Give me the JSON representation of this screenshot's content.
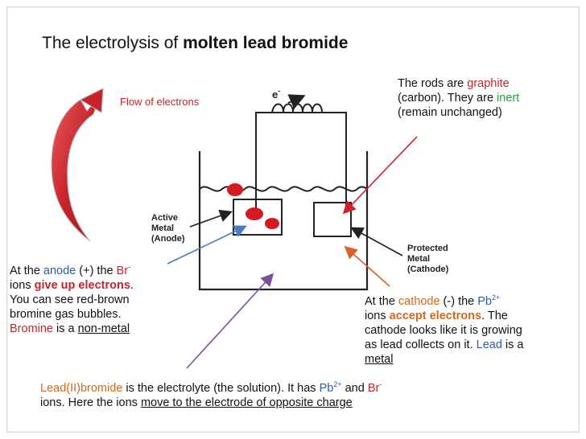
{
  "title": {
    "prefix": "The electrolysis of ",
    "bold": "molten lead bromide"
  },
  "flow_label": "Flow of electrons",
  "electron_label": "e",
  "electron_sup": "-",
  "apparatus": {
    "anode_line1": "Active",
    "anode_line2": "Metal",
    "anode_line3": "(Anode)",
    "cathode_line1": "Protected",
    "cathode_line2": "Metal",
    "cathode_line3": "(Cathode)"
  },
  "rods_note": {
    "p1": "The rods are ",
    "graphite": "graphite",
    "p2": "(carbon). They are ",
    "inert": "inert",
    "p3": "(remain unchanged)"
  },
  "anode_note": {
    "p1": "At the ",
    "anode": "anode",
    "p2": " (+) the ",
    "br": "Br",
    "br_sup": "-",
    "p3": "ions ",
    "give": "give up electrons",
    "p4": ".",
    "p5": "You can see red-brown",
    "p6": "bromine gas bubbles.",
    "bromine": "Bromine",
    "p7": " is a ",
    "nonmetal": "non-metal"
  },
  "cathode_note": {
    "p1": "At the ",
    "cathode": "cathode",
    "p2": " (-) the ",
    "pb": "Pb",
    "pb_sup": "2+",
    "p3": "ions ",
    "accept": "accept electrons",
    "p4": ". The",
    "p5": "cathode looks like it is growing",
    "p6": "as lead collects on it. ",
    "lead": "Lead",
    "p7": " is a",
    "metal": "metal"
  },
  "electrolyte_note": {
    "leadbromide": "Lead(II)bromide",
    "p1": " is the electrolyte (the solution). It has ",
    "pb": "Pb",
    "pb_sup": "2+",
    "p2": " and ",
    "br": "Br",
    "br_sup": "-",
    "p3": "ions. Here the ions ",
    "move": "move to the electrode of opposite charge"
  },
  "colors": {
    "red": "#c0272d",
    "green": "#2f9a3a",
    "blue": "#2e5aa8",
    "orange": "#d2691e",
    "arrow_red": "#d21f2a",
    "arrow_purple": "#7b4fa0",
    "arrow_blue": "#4a7ac4",
    "arrow_orange": "#d9612a"
  }
}
